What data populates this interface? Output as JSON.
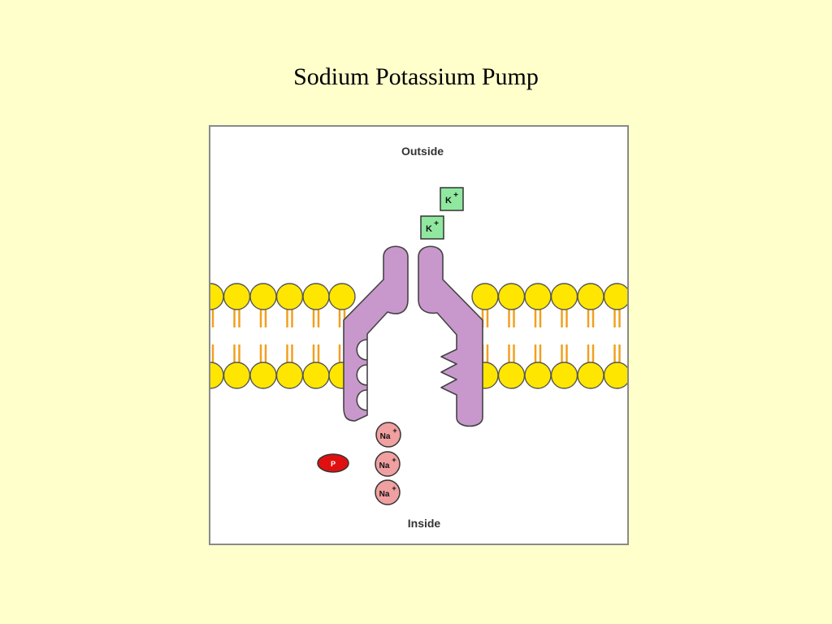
{
  "slide": {
    "title": "Sodium Potassium Pump"
  },
  "diagram": {
    "outside_label": "Outside",
    "inside_label": "Inside",
    "potassium_label": "K",
    "sodium_label": "Na",
    "charge_sign": "+",
    "phosphate_label": "P",
    "colors": {
      "background": "#FFFFCC",
      "panel": "#FFFFFF",
      "lipid_head": "#FFE600",
      "lipid_tail": "#F0A020",
      "pump_protein": "#C898CC",
      "potassium_ion": "#90E8A0",
      "sodium_ion": "#F0A0A0",
      "phosphate": "#E01010"
    }
  }
}
